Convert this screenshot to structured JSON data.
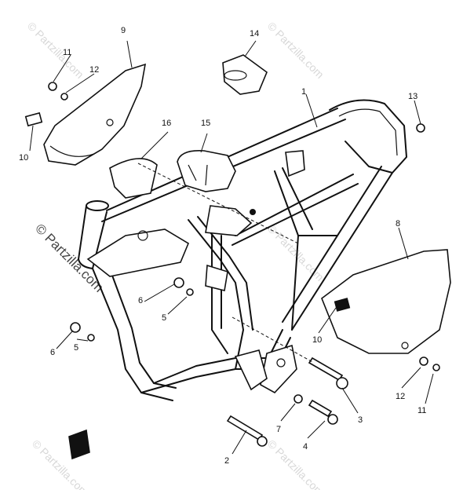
{
  "watermark": {
    "text": "© Partzilla.com"
  },
  "callouts": [
    {
      "id": "c1",
      "label": "1"
    },
    {
      "id": "c2",
      "label": "2"
    },
    {
      "id": "c3",
      "label": "3"
    },
    {
      "id": "c4",
      "label": "4"
    },
    {
      "id": "c5a",
      "label": "5"
    },
    {
      "id": "c5b",
      "label": "5"
    },
    {
      "id": "c6a",
      "label": "6"
    },
    {
      "id": "c6b",
      "label": "6"
    },
    {
      "id": "c7",
      "label": "7"
    },
    {
      "id": "c8",
      "label": "8"
    },
    {
      "id": "c9",
      "label": "9"
    },
    {
      "id": "c10a",
      "label": "10"
    },
    {
      "id": "c10b",
      "label": "10"
    },
    {
      "id": "c11a",
      "label": "11"
    },
    {
      "id": "c11b",
      "label": "11"
    },
    {
      "id": "c12a",
      "label": "12"
    },
    {
      "id": "c12b",
      "label": "12"
    },
    {
      "id": "c13",
      "label": "13"
    },
    {
      "id": "c14",
      "label": "14"
    },
    {
      "id": "c15",
      "label": "15"
    },
    {
      "id": "c16",
      "label": "16"
    }
  ]
}
